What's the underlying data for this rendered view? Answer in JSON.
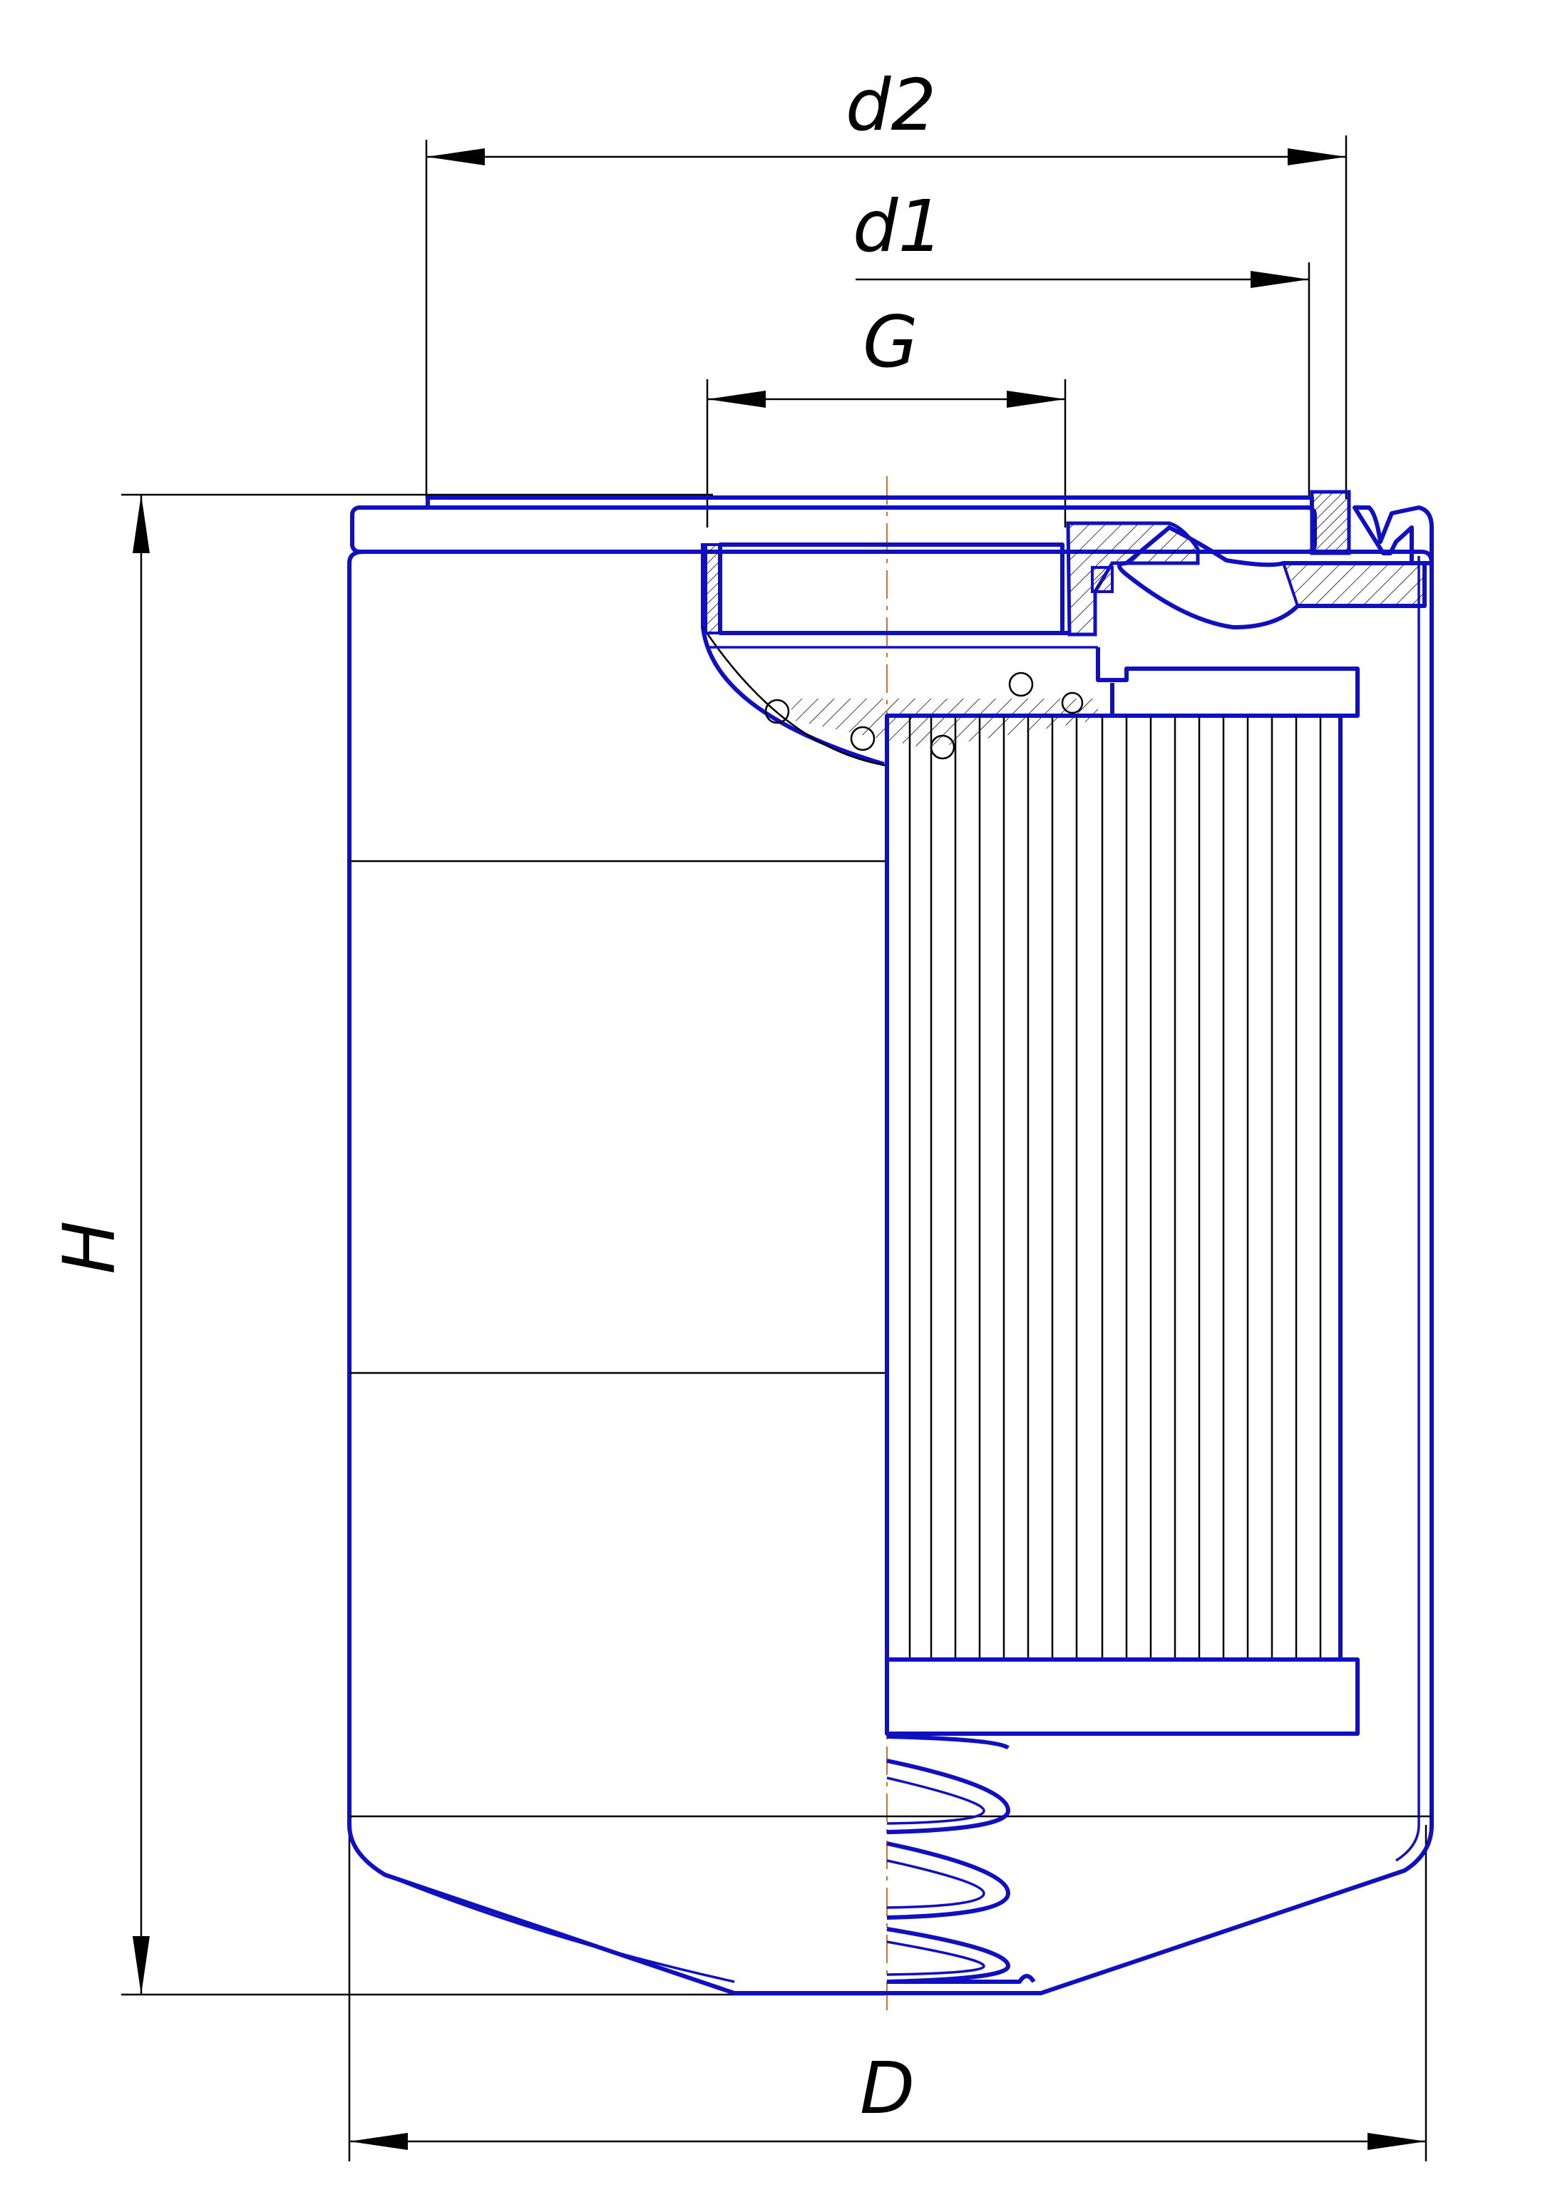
{
  "labels": {
    "d2": "d2",
    "d1": "d1",
    "g": "G",
    "h": "H",
    "d": "D"
  },
  "colors": {
    "outline": "#1010c0",
    "dimension": "#000000",
    "axis": "#e07020"
  }
}
